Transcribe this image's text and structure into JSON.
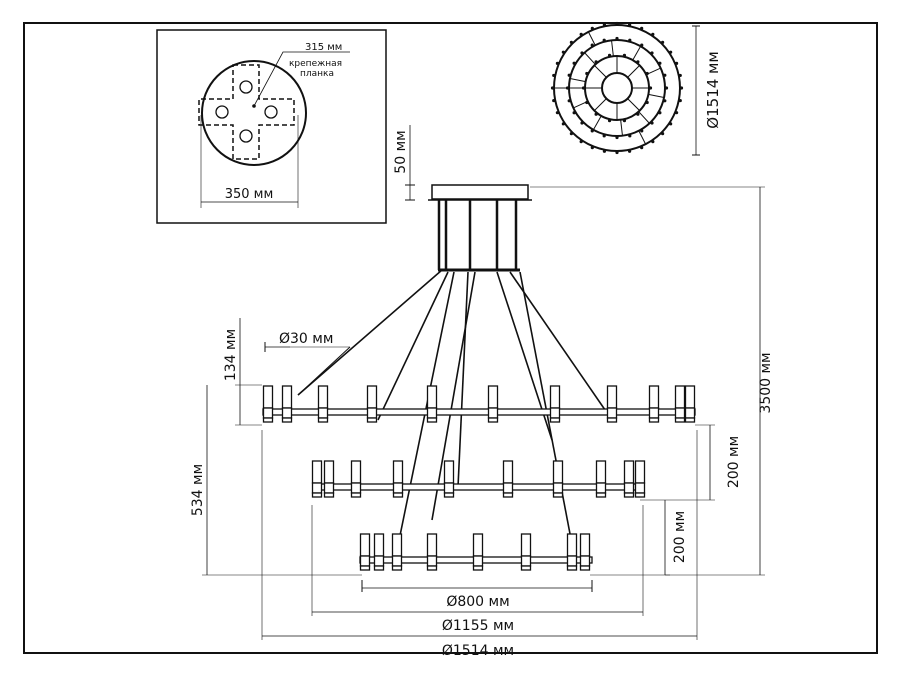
{
  "mount_inset": {
    "plate_label": "315 мм",
    "plate_caption_line1": "крепежная",
    "plate_caption_line2": "планка",
    "canopy_width": "350 мм"
  },
  "top_view": {
    "diameter": "Ø1514 мм"
  },
  "dimensions": {
    "canopy_height": "50 мм",
    "lamp_diameter": "Ø30 мм",
    "lamp_height": "134 мм",
    "lower_span": "534 мм",
    "tier_gap_1": "200 мм",
    "tier_gap_2": "200 мм",
    "total_height": "3500 мм",
    "tier3_diameter": "Ø800 мм",
    "tier2_diameter": "Ø1155 мм",
    "tier1_diameter": "Ø1514 мм"
  },
  "colors": {
    "line": "#111111",
    "background": "#ffffff"
  }
}
